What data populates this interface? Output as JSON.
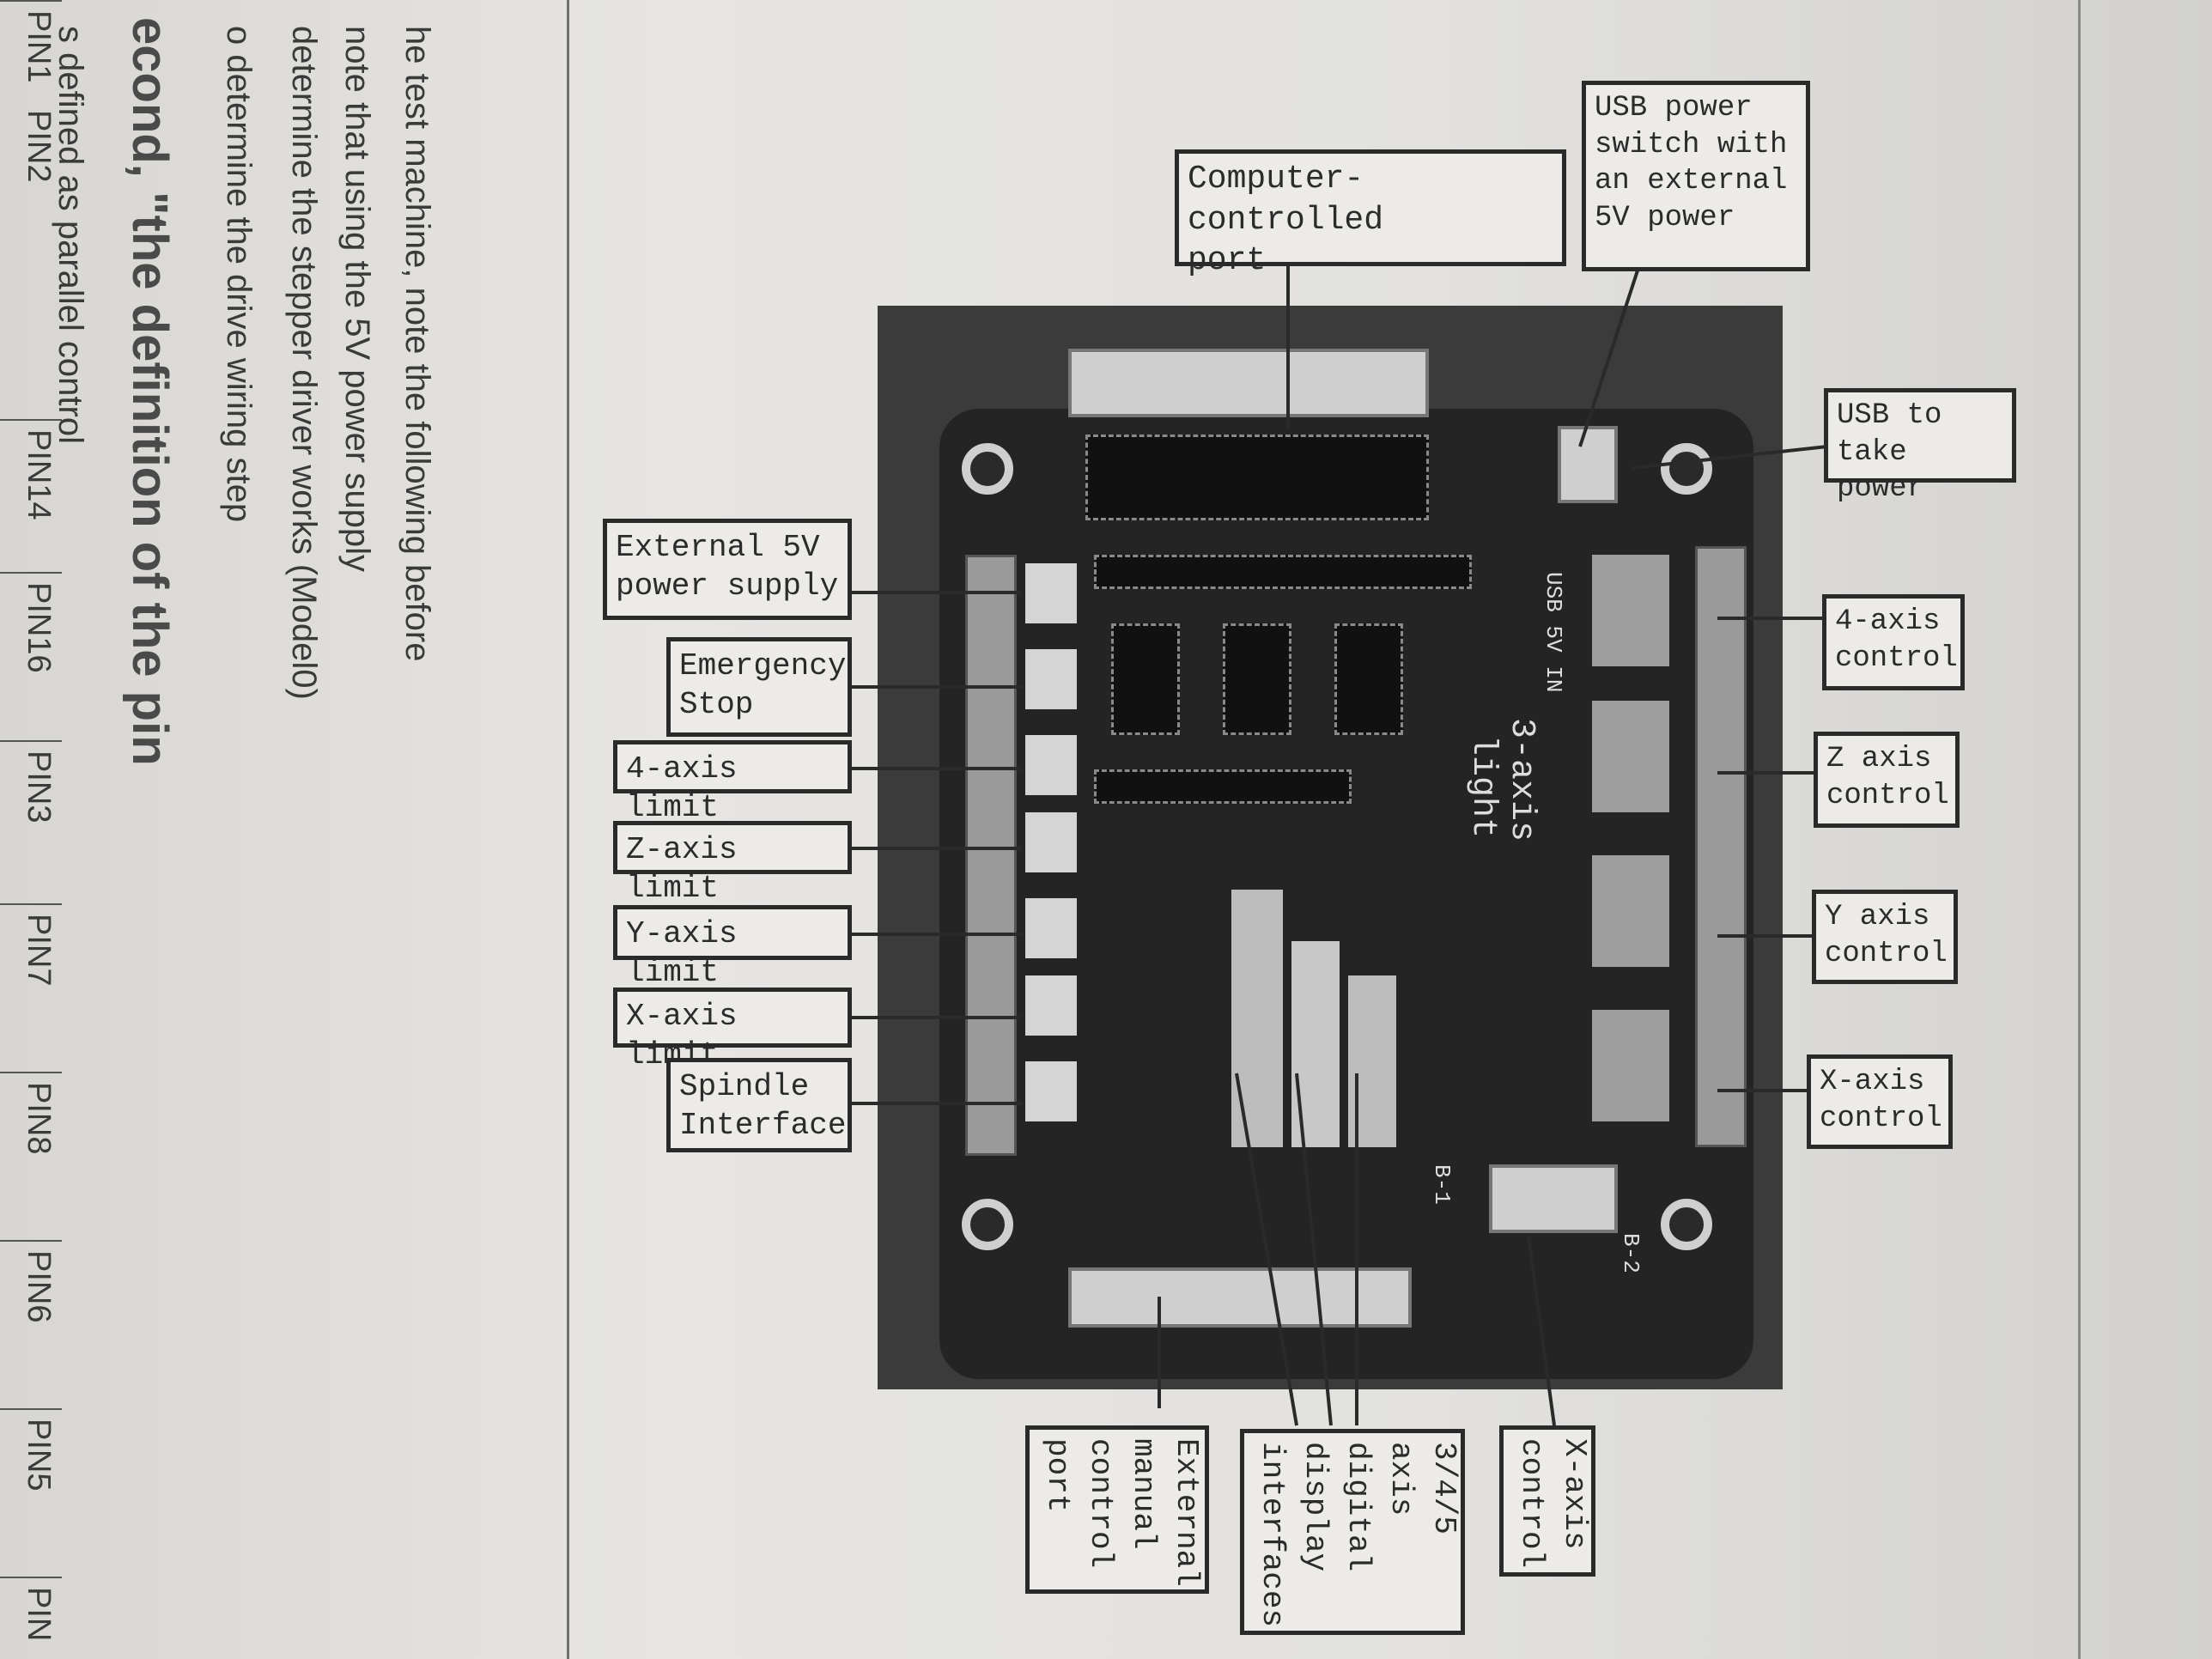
{
  "left_text": {
    "lines": [
      "he test machine, note the following before",
      "note that using the 5V power supply",
      "determine the stepper driver works (Model0)",
      "o determine the drive wiring step"
    ],
    "heading": "econd, \"the definition of the pin",
    "subline": "s defined as parallel control"
  },
  "pin_table": [
    "PIN1",
    "PIN2",
    "PIN14",
    "PIN16",
    "PIN3",
    "PIN7",
    "PIN8",
    "PIN6",
    "PIN5",
    "PIN"
  ],
  "board": {
    "usb_text": "USB 5V IN",
    "b2_label": "B-2",
    "b1_label": "B-1",
    "axis_3_label": "3-axis",
    "light_label": "light"
  },
  "callouts": {
    "computer_port": [
      "Computer-controlled",
      "port"
    ],
    "usb_switch": [
      "USB power",
      "switch with",
      "an external",
      "5V power"
    ],
    "usb_take_power": [
      "USB to",
      "take power"
    ],
    "external_5v": [
      "External 5V",
      "power supply"
    ],
    "emergency_stop": [
      "Emergency",
      "Stop"
    ],
    "axis4_limit": [
      "4-axis limit"
    ],
    "z_axis_limit": [
      "Z-axis limit"
    ],
    "y_axis_limit": [
      "Y-axis limit"
    ],
    "x_axis_limit": [
      "X-axis limit"
    ],
    "spindle_interface": [
      "Spindle",
      "Interface"
    ],
    "axis4_control": [
      "4-axis",
      "control"
    ],
    "z_axis_control": [
      "Z axis",
      "control"
    ],
    "y_axis_control": [
      "Y axis",
      "control"
    ],
    "x_axis_control": [
      "X-axis",
      "control"
    ],
    "external_manual": [
      "External",
      "manual",
      "control",
      "port"
    ],
    "digital_display": [
      "3/4/5",
      "axis",
      "digital",
      "display",
      "interfaces"
    ],
    "x_axis_control_bottom": [
      "X-axis",
      "control"
    ]
  }
}
